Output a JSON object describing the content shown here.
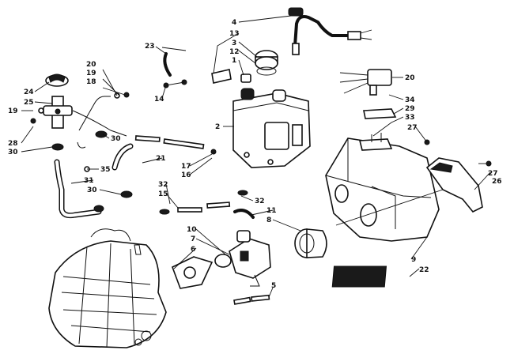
{
  "diagram": {
    "callouts": [
      "1",
      "2",
      "3",
      "4",
      "5",
      "6",
      "7",
      "8",
      "9",
      "10",
      "11",
      "12",
      "13",
      "14",
      "15",
      "16",
      "17",
      "18",
      "19",
      "19",
      "20",
      "20",
      "21",
      "22",
      "23",
      "24",
      "25",
      "26",
      "27",
      "27",
      "28",
      "29",
      "30",
      "30",
      "30",
      "31",
      "32",
      "32",
      "33",
      "34",
      "35"
    ]
  }
}
